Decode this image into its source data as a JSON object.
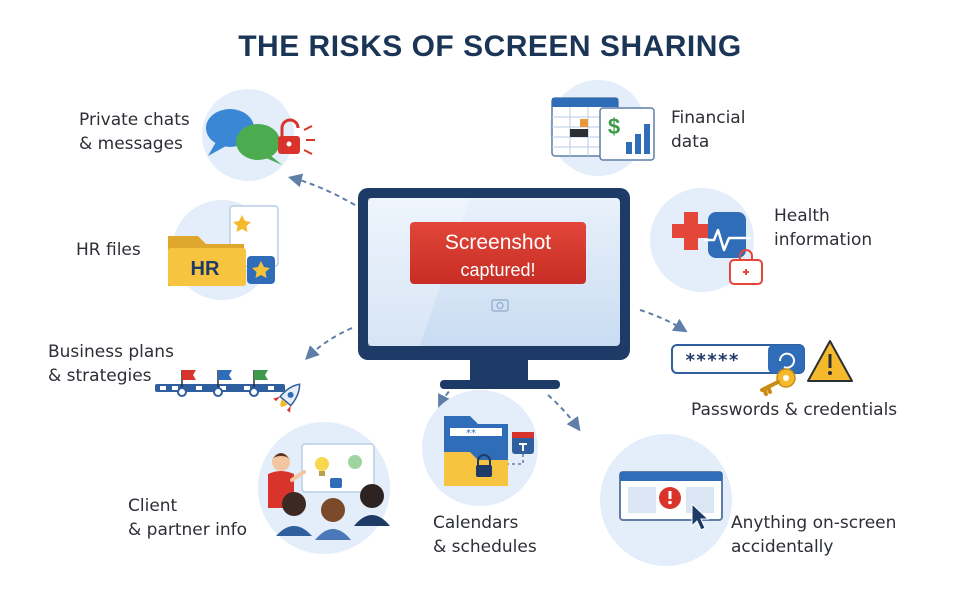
{
  "title": "THE RISKS OF SCREEN SHARING",
  "screen": {
    "line1": "Screenshot",
    "line2": "captured!"
  },
  "risks": {
    "private_chats": "Private chats\n& messages",
    "hr_files": "HR files",
    "business_plans": "Business plans\n& strategies",
    "client_info": "Client\n& partner info",
    "calendars": "Calendars\n& schedules",
    "anything": "Anything on-screen\naccidentally",
    "passwords": "Passwords & credentials",
    "health": "Health\ninformation",
    "financial": "Financial\ndata"
  },
  "icons": {
    "hr_folder_text": "HR",
    "password_stars": "*****",
    "dollar": "$"
  },
  "colors": {
    "title": "#1b3556",
    "banner": "#d9342b",
    "monitor": "#1e3a66",
    "screen": "#dbe8f7",
    "arrow": "#5f7fa8"
  }
}
